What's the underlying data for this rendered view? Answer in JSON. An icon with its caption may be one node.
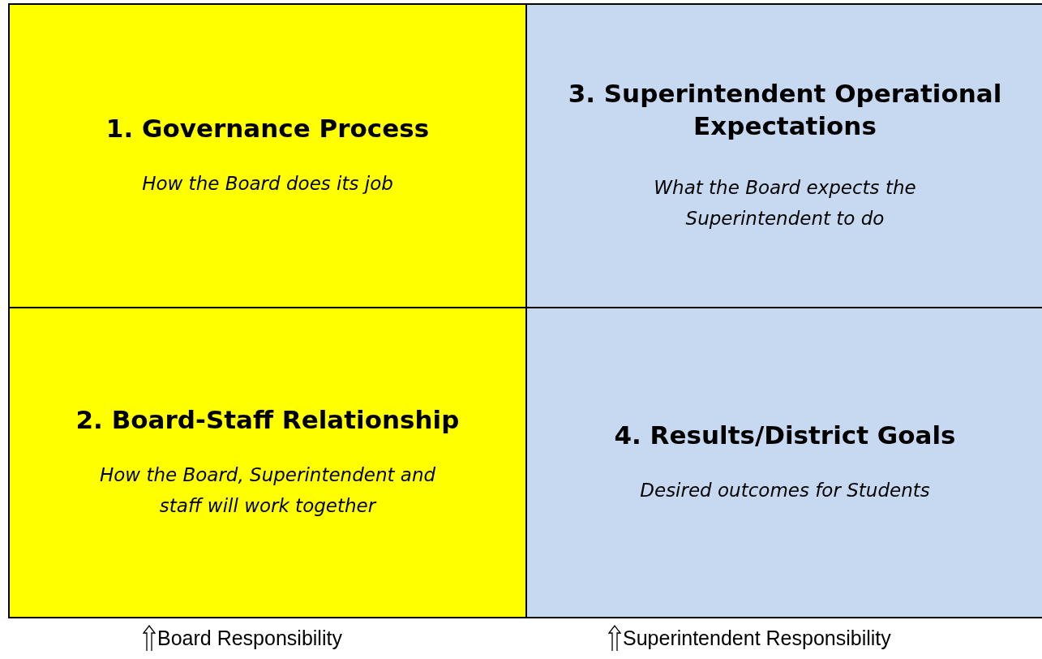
{
  "diagram": {
    "nodes": [
      {
        "text": [
          "1. Governance Process",
          "How the Board does its job"
        ]
      },
      {
        "text": [
          "2. Board-Staff Relationship",
          "How the Board, Superintendent and staff will work together"
        ]
      },
      {
        "text": [
          "3. Superintendent Operational Expectations",
          "What the Board expects the Superintendent to do"
        ]
      },
      {
        "text": [
          "4. Results/District Goals",
          "Desired outcomes for Students"
        ]
      }
    ],
    "labels": [
      "Board Responsibility",
      "Superintendent Responsibility"
    ]
  }
}
